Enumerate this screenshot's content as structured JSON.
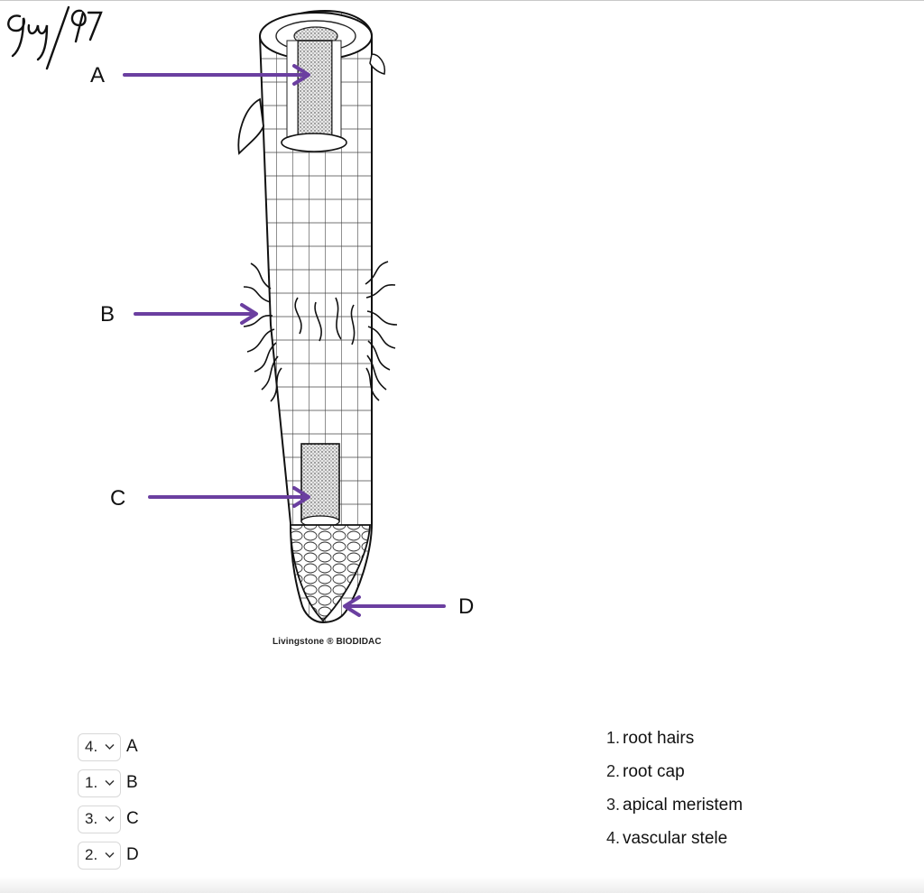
{
  "figure": {
    "labels": [
      "A",
      "B",
      "C",
      "D"
    ],
    "credit": "Livingstone ® BIODIDAC",
    "arrow_color": "#6b3fa0",
    "signature": "Guy/97"
  },
  "matching": {
    "rows": [
      {
        "selected": "4.",
        "letter": "A"
      },
      {
        "selected": "1.",
        "letter": "B"
      },
      {
        "selected": "3.",
        "letter": "C"
      },
      {
        "selected": "2.",
        "letter": "D"
      }
    ]
  },
  "answers": [
    {
      "num": "1.",
      "text": "root hairs"
    },
    {
      "num": "2.",
      "text": "root cap"
    },
    {
      "num": "3.",
      "text": "apical meristem"
    },
    {
      "num": "4.",
      "text": "vascular stele"
    }
  ],
  "icons": {
    "dropdown": "chevron-down-icon",
    "arrow": "arrow-right-icon"
  }
}
